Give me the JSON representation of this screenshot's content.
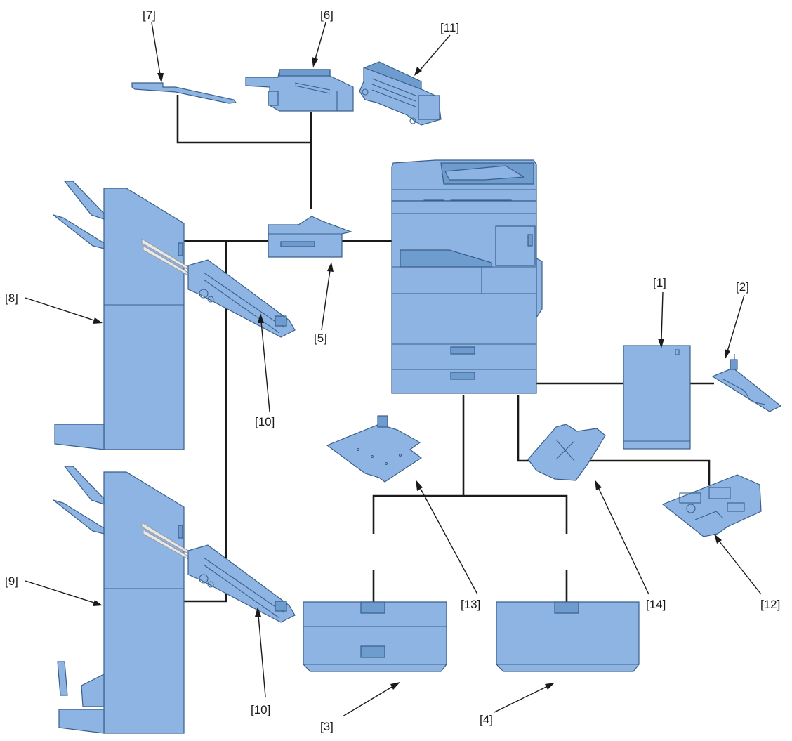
{
  "labels": {
    "l1": "[1]",
    "l2": "[2]",
    "l3": "[3]",
    "l4": "[4]",
    "l5": "[5]",
    "l6": "[6]",
    "l7": "[7]",
    "l8": "[8]",
    "l9": "[9]",
    "l10a": "[10]",
    "l10b": "[10]",
    "l11": "[11]",
    "l12": "[12]",
    "l13": "[13]",
    "l14": "[14]"
  },
  "colors": {
    "part_fill": "#8db4e2",
    "part_outline": "#3a5f8a",
    "connector": "#1a1a1a"
  }
}
